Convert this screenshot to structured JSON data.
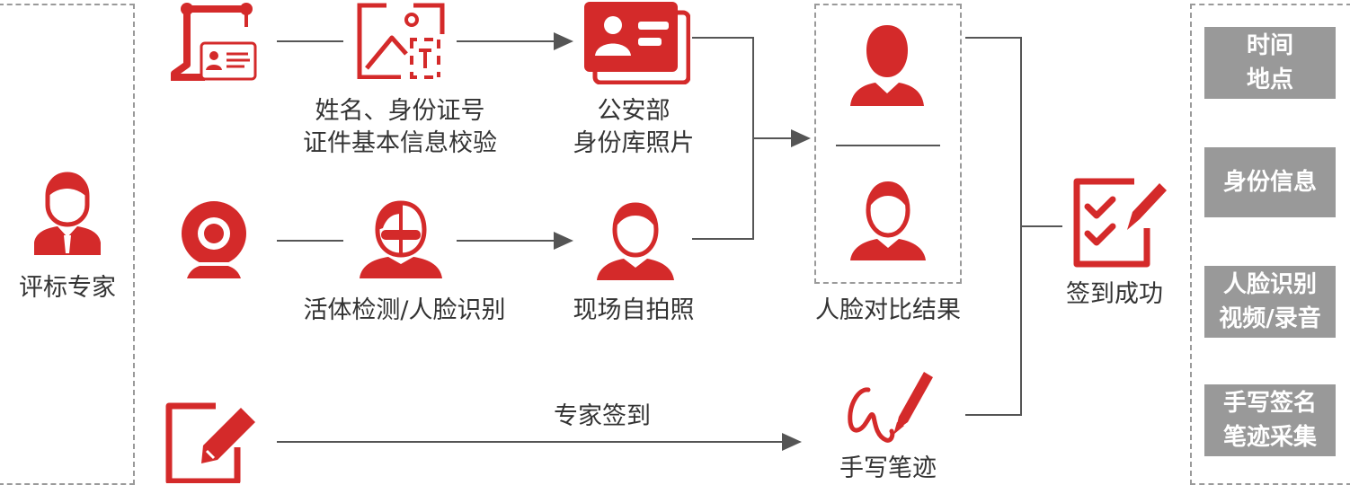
{
  "colors": {
    "accent": "#d42a2a",
    "line": "#555555",
    "tag_bg": "#999999",
    "dash": "#9a9a9a"
  },
  "expert": {
    "label": "评标专家",
    "icon": "expert-avatar-icon"
  },
  "row1": {
    "icon_scanner": "id-card-reader-icon",
    "icon_ocr": "image-ocr-icon",
    "icon_idcard": "id-card-icon",
    "check_line1": "姓名、身份证号",
    "check_line2": "证件基本信息校验",
    "police_line1": "公安部",
    "police_line2": "身份库照片"
  },
  "row2": {
    "icon_camera": "webcam-icon",
    "icon_face": "face-recognition-icon",
    "icon_selfie": "selfie-person-icon",
    "liveness_label": "活体检测/人脸识别",
    "selfie_label": "现场自拍照"
  },
  "compare": {
    "label": "人脸对比结果"
  },
  "row3": {
    "icon_edit": "edit-pen-icon",
    "flow_label": "专家签到",
    "handwriting_label": "手写笔迹",
    "icon_signature": "signature-pen-icon"
  },
  "success": {
    "label": "签到成功",
    "icon": "checklist-icon"
  },
  "tags": [
    {
      "line1": "时间",
      "line2": "地点"
    },
    {
      "line1": "身份信息",
      "line2": ""
    },
    {
      "line1": "人脸识别",
      "line2": "视频/录音"
    },
    {
      "line1": "手写签名",
      "line2": "笔迹采集"
    }
  ]
}
